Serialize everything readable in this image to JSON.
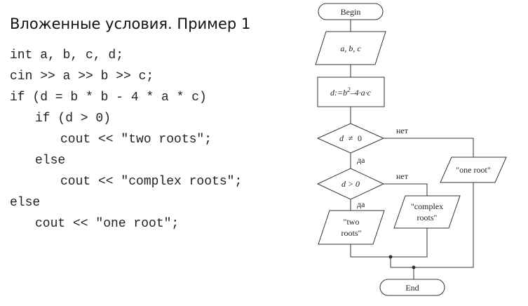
{
  "title": "Вложенные условия. Пример 1",
  "code": [
    "int a, b, c, d;",
    "cin >> a >> b >> c;",
    "if (d = b * b - 4 * a * c)",
    "if (d > 0)",
    "cout << \"two roots\";",
    "else",
    "cout << \"complex roots\";",
    "else",
    "cout << \"one root\";"
  ],
  "flowchart": {
    "begin": "Begin",
    "input": "a, b, c",
    "assign": {
      "lhs": "d:=",
      "b": "b",
      "exp": "2",
      "rest": "–4·a·c"
    },
    "cond1": {
      "var": "d",
      "op": "≠",
      "val": "0"
    },
    "cond2": "d > 0",
    "yes": "да",
    "no": "нет",
    "one_root": "\"one root\"",
    "complex_roots": [
      "\"complex",
      "roots\""
    ],
    "two_roots": [
      "\"two",
      "roots\""
    ],
    "end": "End"
  }
}
